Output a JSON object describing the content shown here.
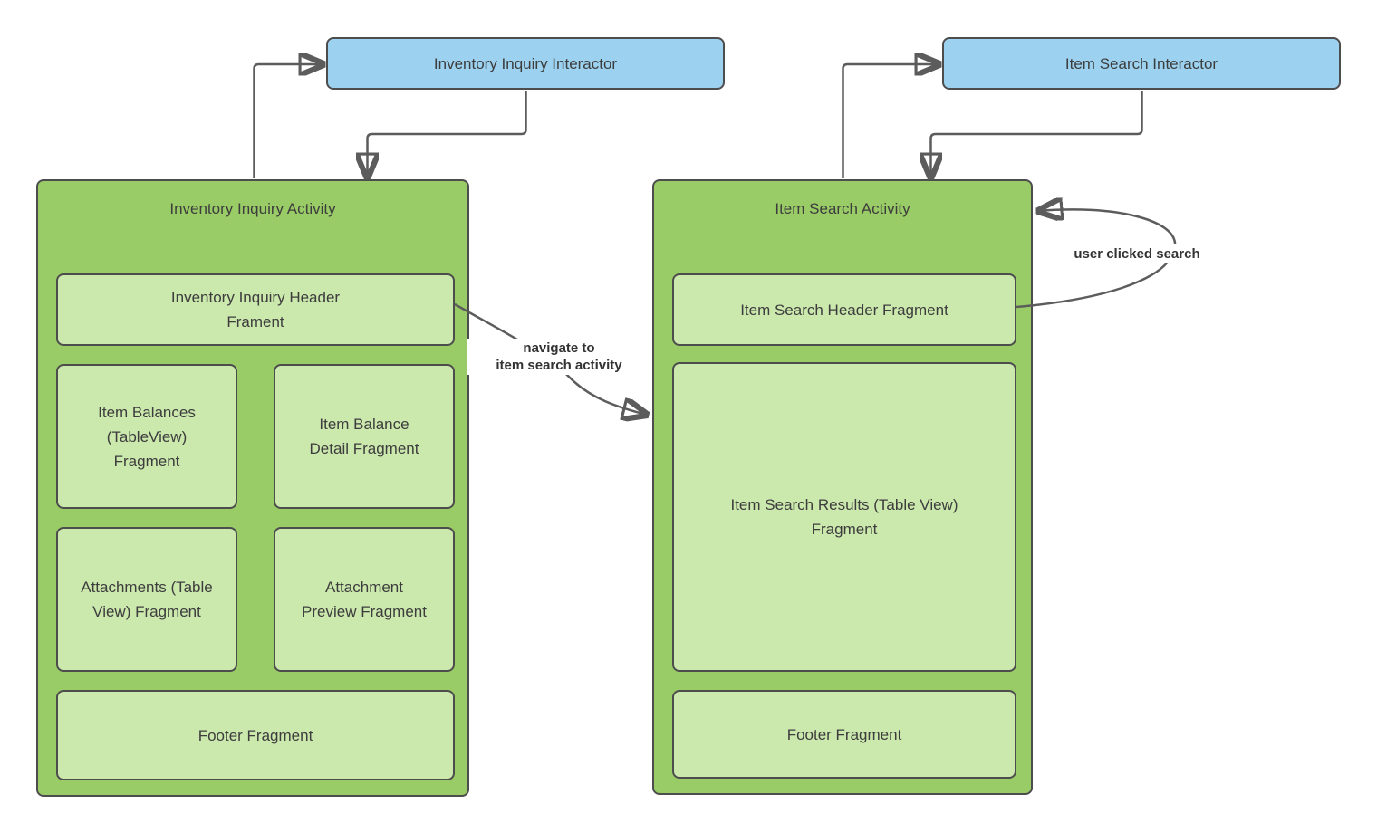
{
  "diagram": {
    "nodes": {
      "inventory_inquiry_interactor": "Inventory Inquiry Interactor",
      "item_search_interactor": "Item Search Interactor",
      "inventory_inquiry_activity": "Inventory Inquiry Activity",
      "inventory_inquiry_header_fragment": "Inventory Inquiry Header Frament",
      "item_balances_fragment": "Item Balances (TableView) Fragment",
      "item_balance_detail_fragment": "Item Balance Detail Fragment",
      "attachments_fragment": "Attachments (Table View) Fragment",
      "attachment_preview_fragment": "Attachment Preview Fragment",
      "inventory_footer_fragment": "Footer Fragment",
      "item_search_activity": "Item Search Activity",
      "item_search_header_fragment": "Item Search Header Fragment",
      "item_search_results_fragment": "Item Search Results (Table View) Fragment",
      "search_footer_fragment": "Footer Fragment"
    },
    "edges": {
      "navigate_label_line1": "navigate to",
      "navigate_label_line2": "item search activity",
      "user_clicked_label": "user clicked search"
    },
    "colors": {
      "interactor_fill": "#9cd2f0",
      "activity_fill": "#99cc66",
      "fragment_fill": "#cbe8ad",
      "box_border": "#4d4d4d",
      "connector": "#5c5c5c",
      "text": "#3d3d3d"
    }
  }
}
